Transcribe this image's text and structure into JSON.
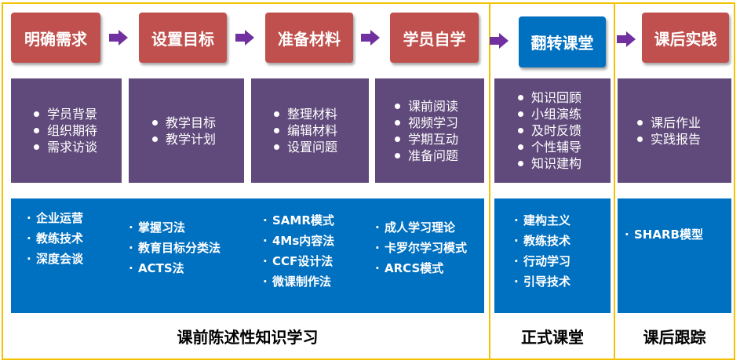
{
  "columns": [
    {
      "title": "明确需求",
      "color": "#c0504d",
      "items": [
        "学员背景",
        "组织期待",
        "需求访谈"
      ],
      "methods": [
        "企业运营",
        "教练技术",
        "深度会谈"
      ]
    },
    {
      "title": "设置目标",
      "color": "#c0504d",
      "items": [
        "教学目标",
        "教学计划"
      ],
      "methods": [
        "掌握习法",
        "教育目标分类法",
        "ACTS法"
      ]
    },
    {
      "title": "准备材料",
      "color": "#c0504d",
      "items": [
        "整理材料",
        "编辑材料",
        "设置问题"
      ],
      "methods": [
        "SAMR模式",
        "4Ms内容法",
        "CCF设计法",
        "微课制作法"
      ]
    },
    {
      "title": "学员自学",
      "color": "#c0504d",
      "items": [
        "课前阅读",
        "视频学习",
        "学期互动",
        "准备问题"
      ],
      "methods": [
        "成人学习理论",
        "卡罗尔学习模式",
        "ARCS模式"
      ]
    },
    {
      "title": "翻转课堂",
      "color": "#0070c0",
      "items": [
        "知识回顾",
        "小组演练",
        "及时反馈",
        "个性辅导",
        "知识建构"
      ],
      "methods": [
        "建构主义",
        "教练技术",
        "行动学习",
        "引导技术"
      ]
    },
    {
      "title": "课后实践",
      "color": "#c0504d",
      "items": [
        "课后作业",
        "实践报告"
      ],
      "methods": [
        "SHARB模型"
      ]
    }
  ],
  "phases": [
    "课前陈述性知识学习",
    "正式课堂",
    "课后跟踪"
  ],
  "colors": {
    "header_red": "#c0504d",
    "header_blue": "#0070c0",
    "purple": "#604a7b",
    "band_blue": "#0070c0",
    "arrow": "#7030a0",
    "frame": "#f2c200"
  }
}
